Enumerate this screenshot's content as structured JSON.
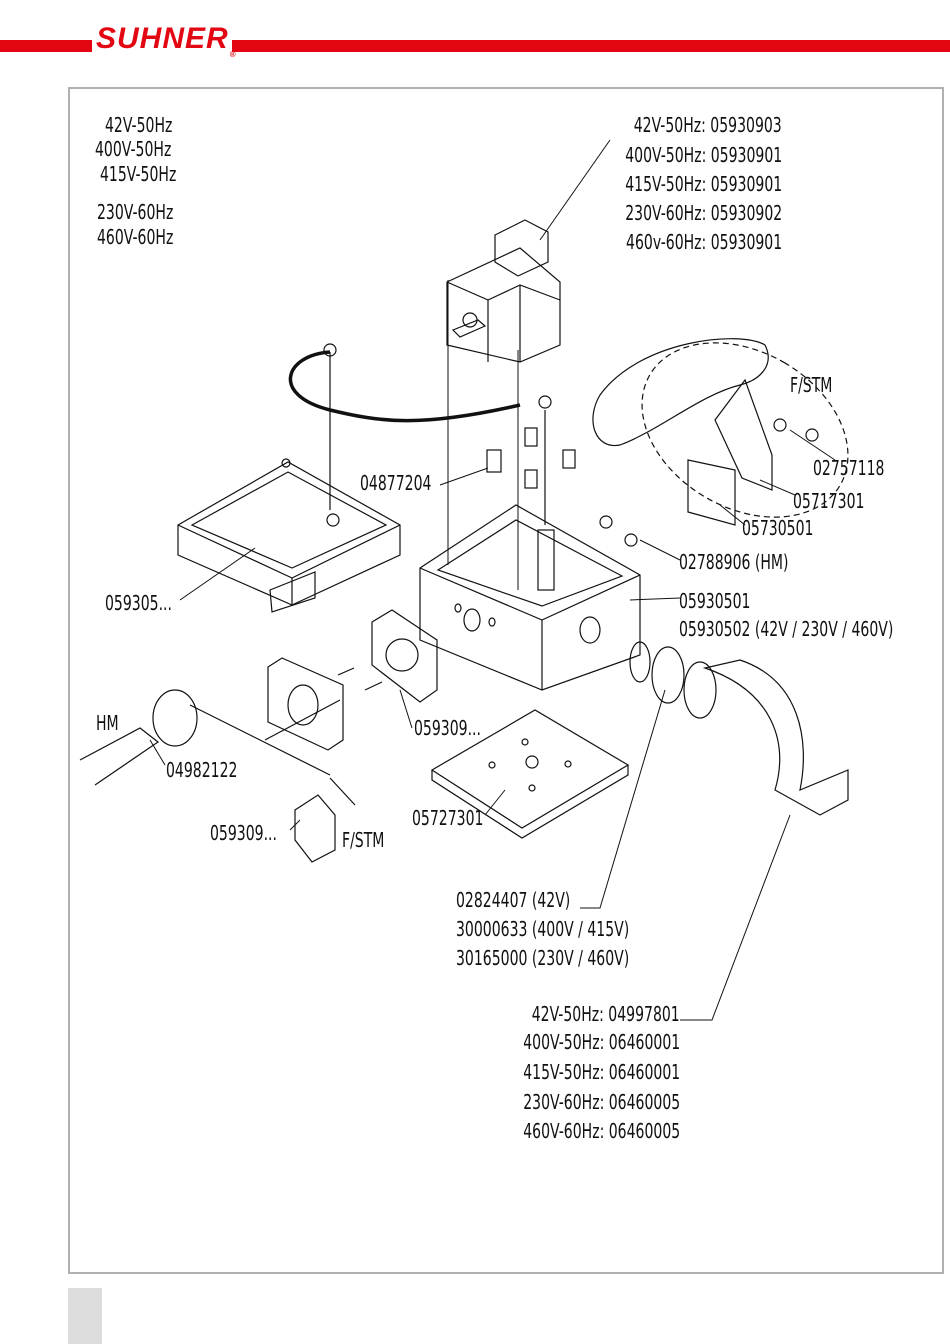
{
  "header": {
    "brand": "SUHNER",
    "brand_mark": "®",
    "brand_color": "#e30613"
  },
  "voltage_list": [
    "42V-50Hz",
    "400V-50Hz",
    "415V-50Hz",
    "230V-60Hz",
    "460V-60Hz"
  ],
  "motor_parts": [
    "42V-50Hz: 05930903",
    "400V-50Hz: 05930901",
    "415V-50Hz: 05930901",
    "230V-60Hz: 05930902",
    "460v-60Hz: 05930901"
  ],
  "labels": {
    "handle_variant": "F/STM",
    "screw_top": "04877204",
    "pin": "02757118",
    "handle_bracket": "05717301",
    "plate": "05730501",
    "nut_hm": "02788906 (HM)",
    "box": "05930501",
    "box_alt": "05930502 (42V / 230V / 460V)",
    "lid": "059305...",
    "switch_plate": "059309...",
    "hm": "HM",
    "hm_part": "04982122",
    "base_plate": "05727301",
    "switch_knob": "059309...",
    "switch_variant": "F/STM"
  },
  "gland_parts": [
    "02824407 (42V)",
    "30000633 (400V / 415V)",
    "30165000 (230V / 460V)"
  ],
  "cable_parts": [
    "42V-50Hz: 04997801",
    "400V-50Hz: 06460001",
    "415V-50Hz: 06460001",
    "230V-60Hz: 06460005",
    "460V-60Hz: 06460005"
  ]
}
